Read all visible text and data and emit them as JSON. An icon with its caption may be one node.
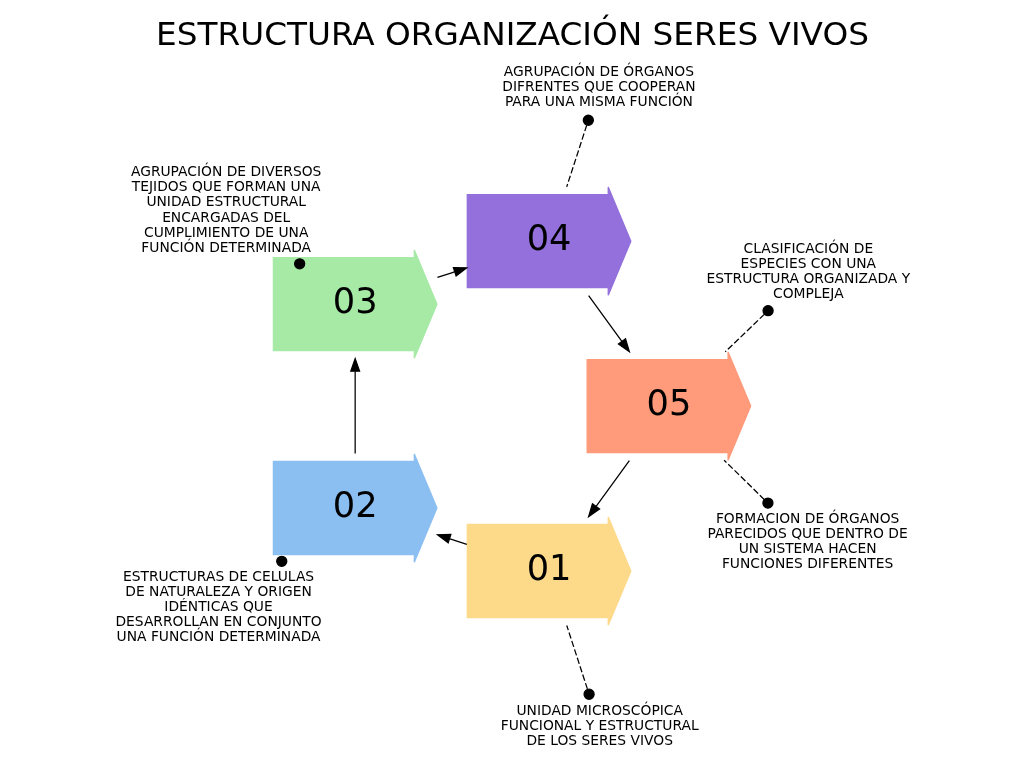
{
  "diagram": {
    "title": "ESTRUCTURA ORGANIZACIÓN SERES VIVOS",
    "nodes": [
      {
        "text": [
          "01"
        ]
      },
      {
        "text": [
          "02"
        ]
      },
      {
        "text": [
          "03"
        ]
      },
      {
        "text": [
          "04"
        ]
      },
      {
        "text": [
          "05"
        ]
      },
      {
        "text": [
          "UNIDAD MICROSCÓPICA FUNCIONAL Y ESTRUCTURAL DE LOS SERES VIVOS"
        ]
      },
      {
        "text": [
          "ESTRUCTURAS DE CELULAS DE NATURALEZA Y ORIGEN IDÉNTICAS QUE DESARROLLAN EN CONJUNTO UNA FUNCIÓN DETERMINADA"
        ]
      },
      {
        "text": [
          "AGRUPACIÓN DE DIVERSOS TEJIDOS QUE FORMAN UNA UNIDAD ESTRUCTURAL ENCARGADAS DEL CUMPLIMIENTO DE UNA FUNCIÓN DETERMINADA"
        ]
      },
      {
        "text": [
          "AGRUPACIÓN DE ÓRGANOS DIFRENTES QUE COOPERAN PARA UNA MISMA FUNCIÓN"
        ]
      },
      {
        "text": [
          "FORMACION DE ÓRGANOS PARECIDOS QUE DENTRO DE UN SISTEMA HACEN FUNCIONES DIFERENTES"
        ]
      },
      {
        "text": [
          "CLASIFICACIÓN DE ESPECIES CON UNA ESTRUCTURA ORGANIZADA Y COMPLEJA"
        ]
      }
    ],
    "edges": [
      {
        "from": 0,
        "to": 1,
        "arrow": "to"
      },
      {
        "from": 1,
        "to": 2,
        "arrow": "to"
      },
      {
        "from": 2,
        "to": 3,
        "arrow": "to"
      },
      {
        "from": 3,
        "to": 4,
        "arrow": "to"
      },
      {
        "from": 4,
        "to": 0,
        "arrow": "to"
      },
      {
        "from": 5,
        "to": 0,
        "arrow": "other",
        "style": "dashed"
      },
      {
        "from": 6,
        "to": 1,
        "arrow": "other",
        "style": "dashed"
      },
      {
        "from": 7,
        "to": 2,
        "arrow": "other",
        "style": "dashed"
      },
      {
        "from": 8,
        "to": 3,
        "arrow": "other",
        "style": "dashed"
      },
      {
        "from": 9,
        "to": 4,
        "arrow": "other",
        "style": "dashed"
      },
      {
        "from": 10,
        "to": 4,
        "arrow": "other",
        "style": "dashed"
      }
    ]
  }
}
